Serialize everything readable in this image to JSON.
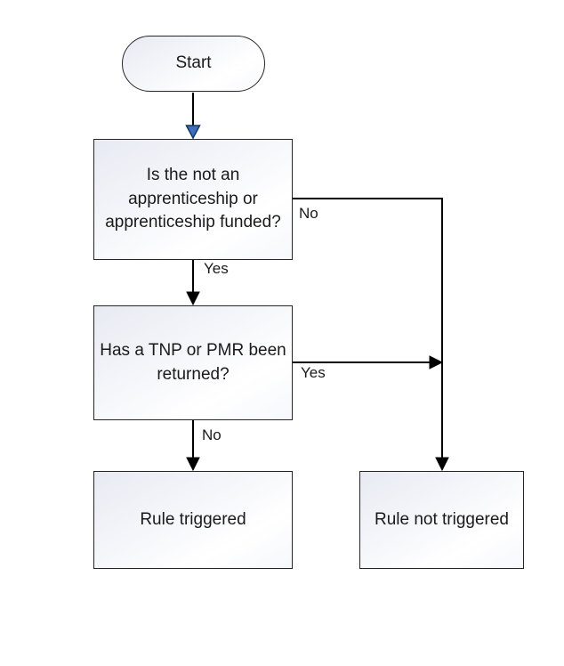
{
  "flowchart": {
    "nodes": {
      "start": {
        "label": "Start"
      },
      "decision_apprenticeship": {
        "label": "Is the not an\napprenticeship or\napprenticeship funded?"
      },
      "decision_tnp_pmr": {
        "label": "Has a TNP or PMR been\nreturned?"
      },
      "rule_triggered": {
        "label": "Rule triggered"
      },
      "rule_not_triggered": {
        "label": "Rule not triggered"
      }
    },
    "edge_labels": {
      "decision1_no": "No",
      "decision1_yes": "Yes",
      "decision2_yes": "Yes",
      "decision2_no": "No"
    },
    "colors": {
      "node_border": "#262626",
      "node_fill_start": "#e8eaf3",
      "node_fill_end": "#ffffff",
      "connector": "#000000",
      "arrowhead_blue_fill": "#3e6fbe",
      "arrowhead_blue_stroke": "#17365d",
      "text": "#1a1a1a"
    }
  }
}
